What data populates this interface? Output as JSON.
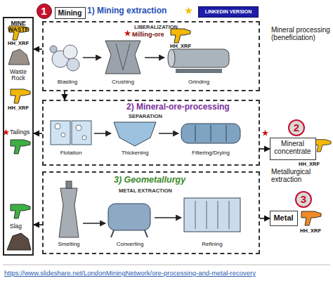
{
  "diagram": {
    "nodes": [
      {
        "text": [
          "MINE WASTE"
        ]
      },
      {
        "text": [
          "1"
        ]
      },
      {
        "text": [
          "Mining"
        ]
      },
      {
        "text": [
          "LINKEDIN VERSION"
        ]
      },
      {
        "text": [
          "LIBERALIZATION"
        ]
      },
      {
        "text": [
          "2) Mineral-ore-processing",
          "SEPARATION"
        ]
      },
      {
        "text": [
          "2"
        ]
      },
      {
        "text": [
          "Mineral concentrate"
        ]
      },
      {
        "text": [
          "3) Geometallurgy",
          "METAL EXTRACTION"
        ]
      },
      {
        "text": [
          "3"
        ]
      },
      {
        "text": [
          "Metal"
        ]
      }
    ],
    "edges": [
      {
        "from": 4,
        "to": 5,
        "arrow": "to"
      },
      {
        "from": 5,
        "to": 7,
        "arrow": "to"
      },
      {
        "from": 8,
        "to": 10,
        "arrow": "to"
      },
      {
        "from": 4,
        "to": 0,
        "arrow": "to"
      },
      {
        "from": 5,
        "to": 0,
        "arrow": "to"
      },
      {
        "from": 8,
        "to": 0,
        "arrow": "to"
      }
    ],
    "labels": [
      "1) Mining extraction",
      "Milling-ore",
      "HH_XRF",
      "Waste Rock",
      "HH_XRF",
      "Tailings",
      "Slag",
      "Blasting",
      "Crushing",
      "Grinding",
      "HH_XRF",
      "Mineral processing (beneficiation)",
      "Flotation",
      "Thickening",
      "Filtering/Drying",
      "HH_XRF",
      "Metallurgical extraction",
      "Smelting",
      "Converting",
      "Refining",
      "HH_XRF",
      "https://www.slideshare.net/LondonMiningNetwork/ore-processing-and-metal-recovery"
    ]
  }
}
